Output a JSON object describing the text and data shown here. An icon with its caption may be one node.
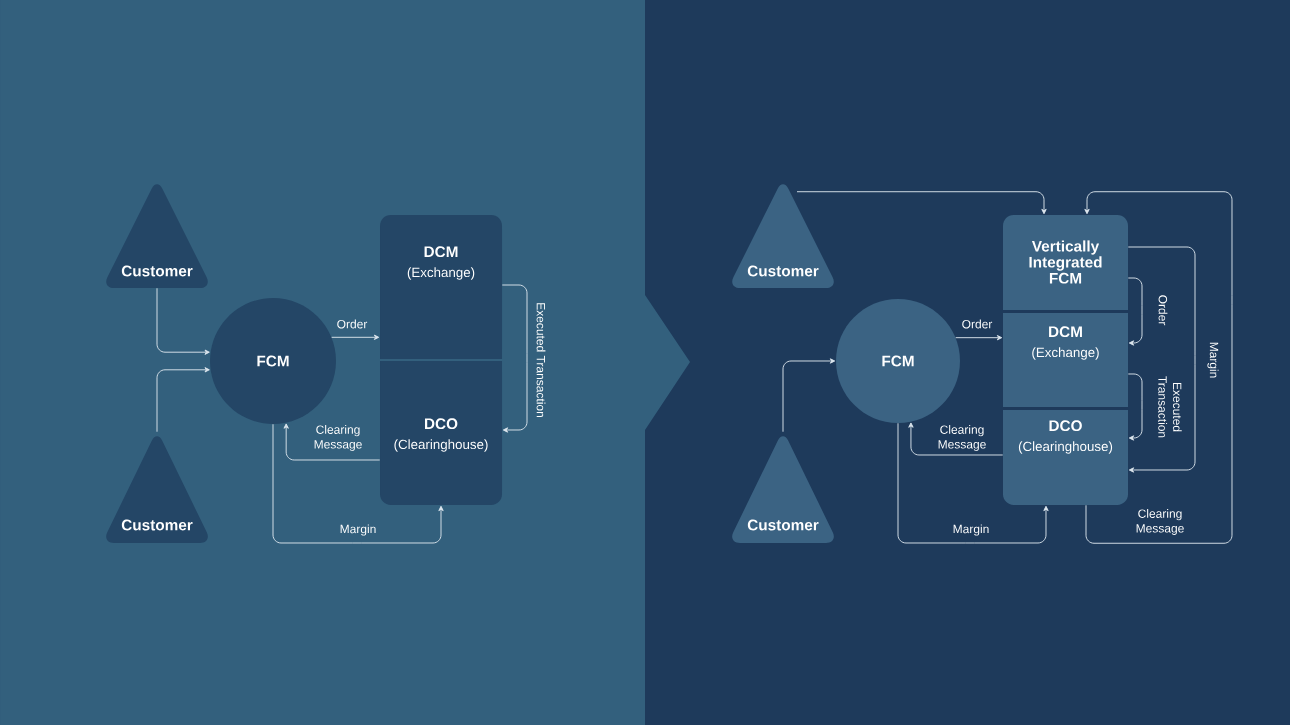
{
  "diagram": {
    "nodes": [
      {
        "text": [
          "Customer"
        ]
      },
      {
        "text": [
          "Customer"
        ]
      },
      {
        "text": [
          "FCM"
        ]
      },
      {
        "text": [
          "DCM",
          "(Exchange)"
        ]
      },
      {
        "text": [
          "DCO",
          "(Clearinghouse)"
        ]
      },
      {
        "text": [
          "Customer"
        ]
      },
      {
        "text": [
          "Customer"
        ]
      },
      {
        "text": [
          "FCM"
        ]
      },
      {
        "text": [
          "Vertically Integrated FCM"
        ]
      },
      {
        "text": [
          "DCM",
          "(Exchange)"
        ]
      },
      {
        "text": [
          "DCO",
          "(Clearinghouse)"
        ]
      }
    ],
    "edges": [
      {
        "from": 0,
        "to": 2,
        "arrow": "to"
      },
      {
        "from": 1,
        "to": 2,
        "arrow": "to"
      },
      {
        "from": 2,
        "to": 3,
        "arrow": "to",
        "label": "Order"
      },
      {
        "from": 3,
        "to": 4,
        "arrow": "to",
        "label": "Executed Transaction"
      },
      {
        "from": 4,
        "to": 2,
        "arrow": "to",
        "label": "Clearing Message"
      },
      {
        "from": 2,
        "to": 4,
        "arrow": "to",
        "label": "Margin"
      },
      {
        "from": 5,
        "to": 8,
        "arrow": "to"
      },
      {
        "from": 6,
        "to": 7,
        "arrow": "to"
      },
      {
        "from": 7,
        "to": 9,
        "arrow": "to",
        "label": "Order"
      },
      {
        "from": 8,
        "to": 9,
        "arrow": "to",
        "label": "Order"
      },
      {
        "from": 9,
        "to": 10,
        "arrow": "to",
        "label": "Executed Transaction"
      },
      {
        "from": 8,
        "to": 10,
        "arrow": "to",
        "label": "Margin"
      },
      {
        "from": 10,
        "to": 7,
        "arrow": "to",
        "label": "Clearing Message"
      },
      {
        "from": 7,
        "to": 10,
        "arrow": "to",
        "label": "Margin"
      },
      {
        "from": 10,
        "to": 8,
        "arrow": "to",
        "label": "Clearing Message"
      }
    ]
  }
}
